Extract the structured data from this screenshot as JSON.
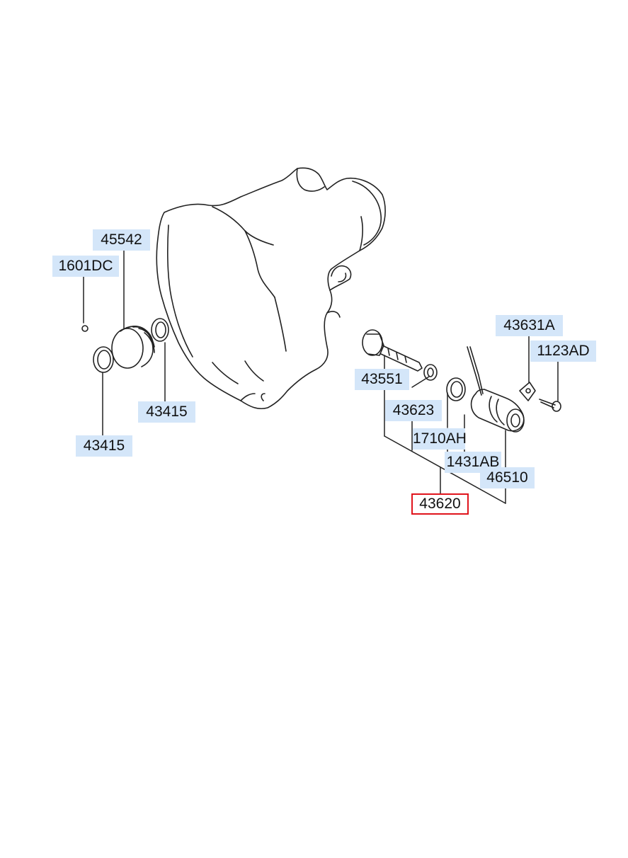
{
  "diagram": {
    "labels": {
      "l45542": "45542",
      "l1601dc": "1601DC",
      "l43415_right": "43415",
      "l43415_left": "43415",
      "l43551": "43551",
      "l43623": "43623",
      "l1710ah": "1710AH",
      "l1431ab": "1431AB",
      "l46510": "46510",
      "l43631a": "43631A",
      "l1123ad": "1123AD",
      "l43620": "43620"
    },
    "highlight_color": "#d4e6f9",
    "selected_part": "43620",
    "selected_color": "#e0141c"
  }
}
